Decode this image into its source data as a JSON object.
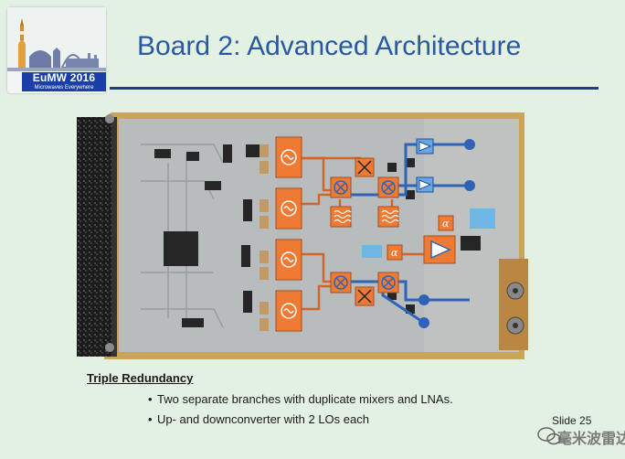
{
  "logo": {
    "title": "EuMW 2016",
    "subtitle": "Microwaves Everywhere",
    "icon": "london-skyline-icon"
  },
  "slide": {
    "title": "Board 2: Advanced Architecture",
    "section_heading": "Triple Redundancy",
    "bullets": [
      "Two separate branches with duplicate mixers and LNAs.",
      "Up- and downconverter with 2 LOs each"
    ],
    "slide_number": "Slide 25"
  },
  "watermark": {
    "text": "毫米波雷达",
    "icon": "wechat-icon"
  },
  "colors": {
    "background": "#e3f1e3",
    "title": "#2a58a2",
    "rule": "#243b8a",
    "pcb_gold": "#c9a45a",
    "pcb_gray": "#b9bcbc",
    "block_orange": "#ee7a34",
    "signal_blue": "#2e63b8"
  }
}
